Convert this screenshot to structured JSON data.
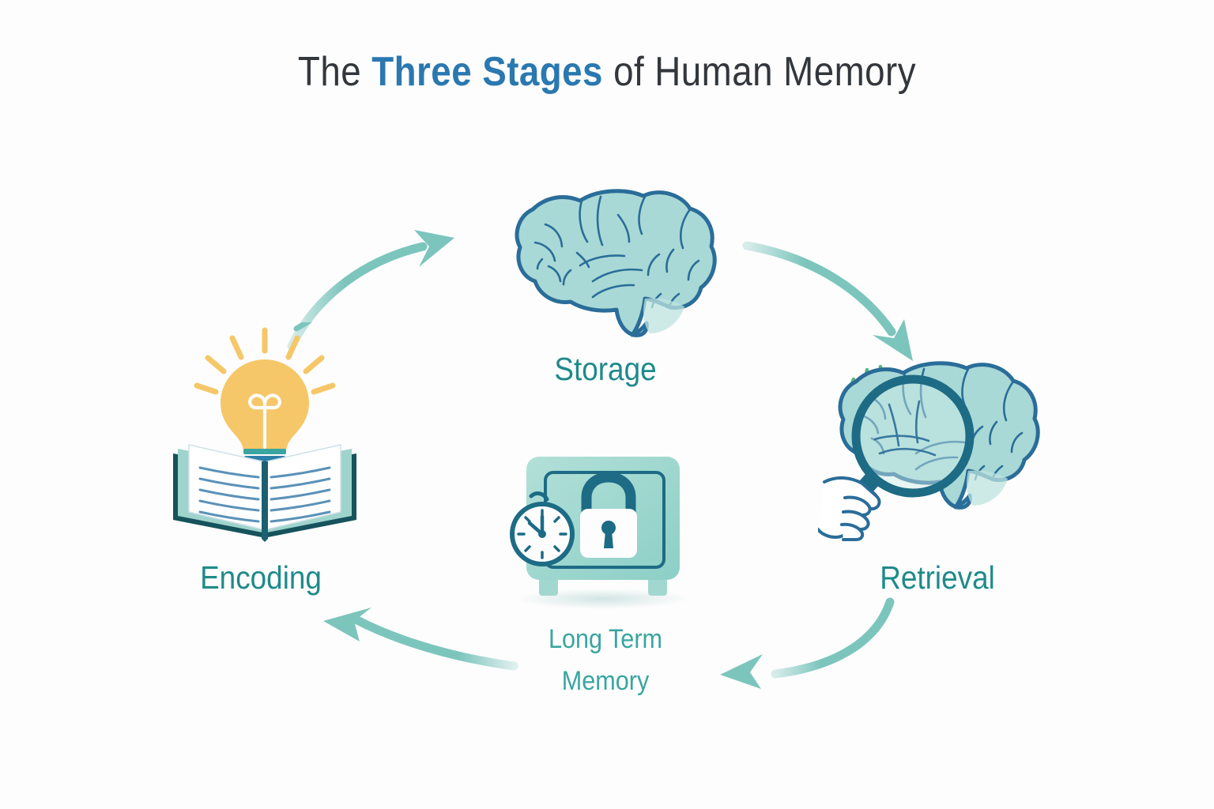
{
  "page": {
    "background_color": "#fdfdfd",
    "title_prefix": "The ",
    "title_accent": "Three Stages",
    "title_suffix": " of Human Memory",
    "title_full": "The Three Stages of Human Memory",
    "title_color": "#33373c",
    "title_accent_color": "#2a78b0"
  },
  "palette": {
    "brain_fill": "#a9d9d6",
    "brain_outline": "#2a6d99",
    "arrow_teal": "#7cc5bd",
    "label_teal": "#1f8a8a",
    "label_teal_light": "#3aa5a0",
    "bulb_yellow": "#f6c768",
    "bulb_ray": "#f7c969",
    "book_cover": "#9fd4cd",
    "book_spine": "#16535c",
    "book_line": "#5b92b8",
    "safe_body": "#a8dcd4",
    "safe_outline": "#1d6b85",
    "lock_white": "#fdfdfd",
    "sparkle_green": "#57b882"
  },
  "diagram": {
    "type": "cycle",
    "caption": "Three stages of human memory arranged in a clockwise cycle",
    "nodes": [
      {
        "id": "encoding",
        "label": "Encoding",
        "icon": "open-book-with-lightbulb-icon",
        "position": "left",
        "order": 1
      },
      {
        "id": "storage",
        "label": "Storage",
        "icon": "brain-icon",
        "position": "top-center",
        "order": 2
      },
      {
        "id": "retrieval",
        "label": "Retrieval",
        "icon": "brain-with-magnifying-glass-icon",
        "position": "right",
        "order": 3
      }
    ],
    "center_node": {
      "id": "long-term-memory",
      "label_line1": "Long Term",
      "label_line2": "Memory",
      "icon": "safe-vault-with-padlock-and-clock-icon",
      "position": "bottom-center"
    },
    "arrows": [
      {
        "id": "encoding-to-storage",
        "from": "encoding",
        "to": "storage",
        "direction": "up-right",
        "color": "#7cc5bd"
      },
      {
        "id": "storage-to-retrieval",
        "from": "storage",
        "to": "retrieval",
        "direction": "down-right",
        "color": "#7cc5bd"
      },
      {
        "id": "retrieval-to-memory",
        "from": "retrieval",
        "to": "long-term-memory",
        "direction": "down-left",
        "color": "#7cc5bd"
      },
      {
        "id": "memory-to-encoding",
        "from": "long-term-memory",
        "to": "encoding",
        "direction": "up-left",
        "color": "#7cc5bd"
      }
    ]
  }
}
